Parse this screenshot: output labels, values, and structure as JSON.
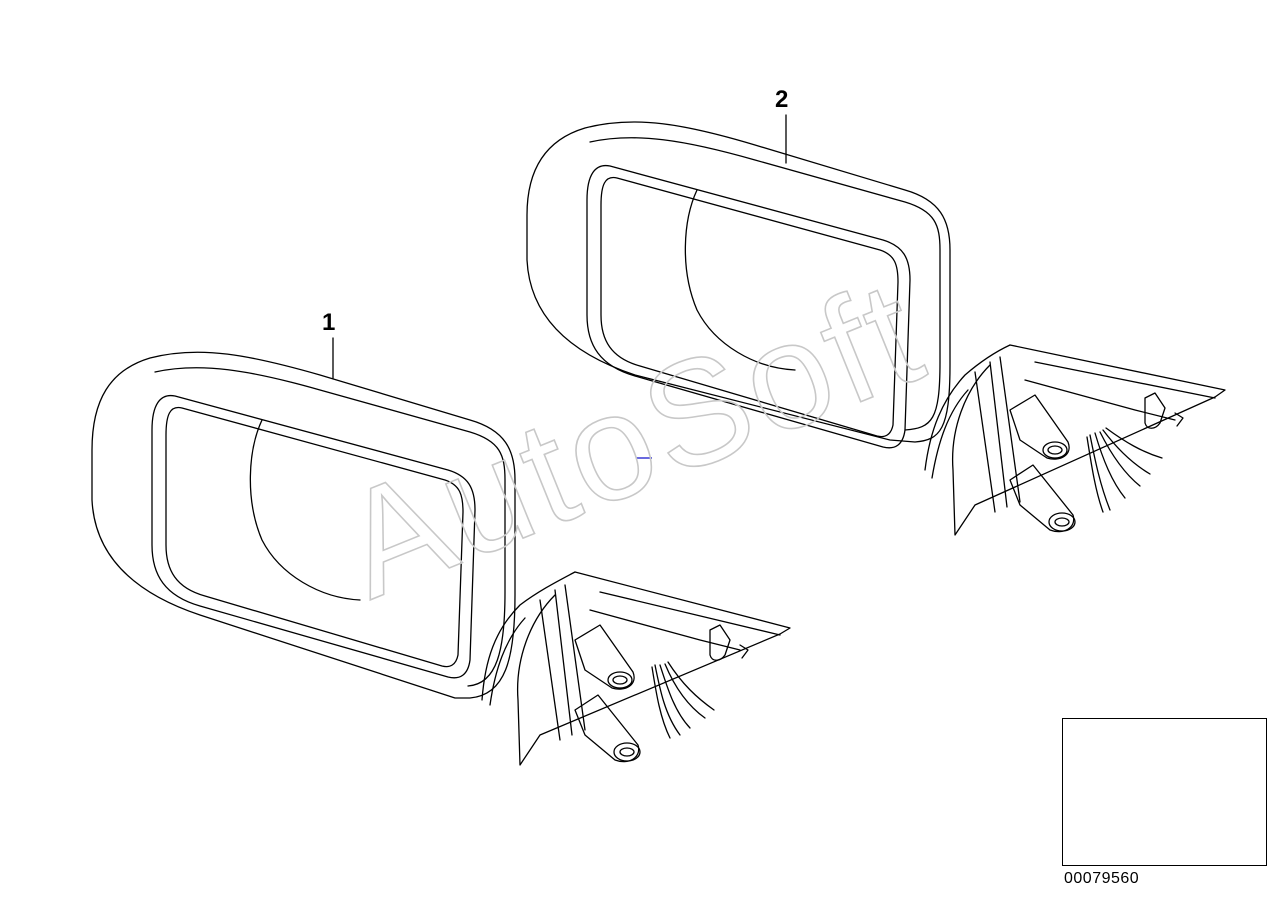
{
  "callouts": {
    "part_1": "1",
    "part_2": "2"
  },
  "doc_number": "00079560",
  "watermark": "AutoSoft",
  "colors": {
    "line": "#000000",
    "background": "#ffffff",
    "watermark_stroke": "#d0d0d0",
    "marker_dot": "#000000"
  }
}
